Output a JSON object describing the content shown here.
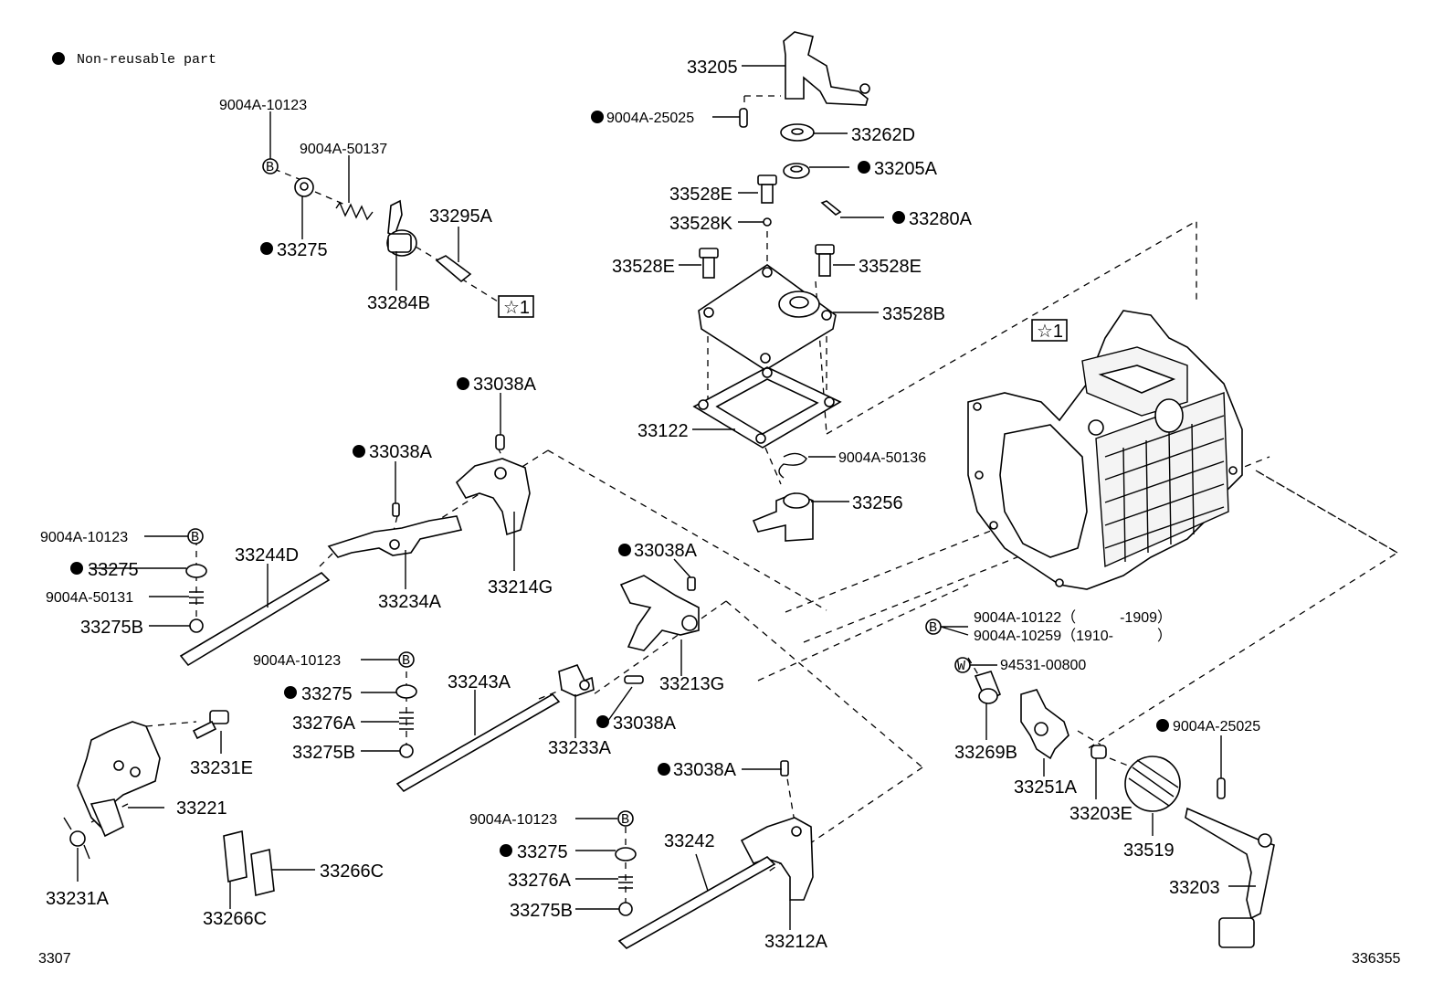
{
  "legend": {
    "text": "Non-reusable part"
  },
  "footer": {
    "left": "3307",
    "right": "336355"
  },
  "labels": {
    "p33205": "33205",
    "p9004A25025_top": "9004A-25025",
    "p33262D": "33262D",
    "p33205A": "33205A",
    "p33528E_a": "33528E",
    "p33528K": "33528K",
    "p33280A": "33280A",
    "p33528E_b": "33528E",
    "p33528E_c": "33528E",
    "p33528B": "33528B",
    "star_a": "☆1",
    "star_b": "☆1",
    "p33122": "33122",
    "p9004A50136": "9004A-50136",
    "p33256": "33256",
    "p9004A10123_a": "9004A-10123",
    "p9004A50137": "9004A-50137",
    "p33275_a": "33275",
    "p33295A": "33295A",
    "p33284B": "33284B",
    "p33038A_a": "33038A",
    "p33038A_b": "33038A",
    "p9004A10123_b": "9004A-10123",
    "p33275_b": "33275",
    "p9004A50131": "9004A-50131",
    "p33275B_a": "33275B",
    "p33244D": "33244D",
    "p33234A": "33234A",
    "p33214G": "33214G",
    "p33038A_c": "33038A",
    "p33213G": "33213G",
    "p9004A10123_c": "9004A-10123",
    "p33275_c": "33275",
    "p33276A_a": "33276A",
    "p33275B_b": "33275B",
    "p33243A": "33243A",
    "p33233A": "33233A",
    "p33038A_d": "33038A",
    "p33231E": "33231E",
    "p33221": "33221",
    "p33231A": "33231A",
    "p33266C_a": "33266C",
    "p33266C_b": "33266C",
    "p33038A_e": "33038A",
    "p9004A10123_d": "9004A-10123",
    "p33275_d": "33275",
    "p33276A_b": "33276A",
    "p33275B_c": "33275B",
    "p33242": "33242",
    "p33212A": "33212A",
    "p9004A10122": "9004A-10122（　　　-1909）",
    "p9004A10259": "9004A-10259（1910-　　　）",
    "p94531": "94531-00800",
    "p33269B": "33269B",
    "p33251A": "33251A",
    "p9004A25025_bot": "9004A-25025",
    "p33203E": "33203E",
    "p33519": "33519",
    "p33203": "33203"
  },
  "markers": {
    "b": "B",
    "w": "W"
  }
}
